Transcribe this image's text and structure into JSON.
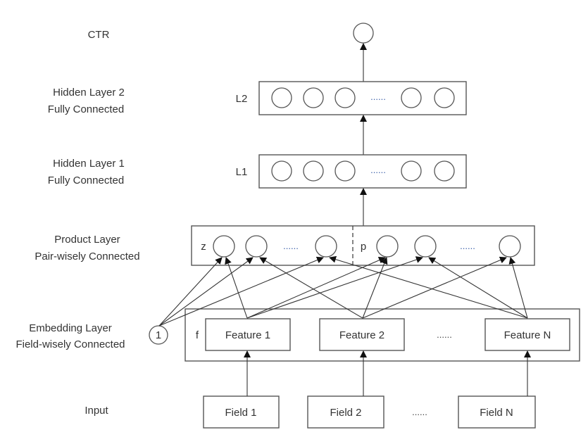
{
  "layers": {
    "output": {
      "name": "CTR"
    },
    "hidden2": {
      "line1": "Hidden Layer 2",
      "line2": "Fully Connected",
      "tag": "L2",
      "ellipsis": "......"
    },
    "hidden1": {
      "line1": "Hidden Layer 1",
      "line2": "Fully Connected",
      "tag": "L1",
      "ellipsis": "......"
    },
    "product": {
      "line1": "Product Layer",
      "line2": "Pair-wisely Connected",
      "z_tag": "z",
      "p_tag": "p",
      "ellipsis": "......"
    },
    "embedding": {
      "line1": "Embedding Layer",
      "line2": "Field-wisely Connected",
      "f_tag": "f",
      "bias_node": "1",
      "ellipsis": "......",
      "features": [
        "Feature 1",
        "Feature 2",
        "Feature N"
      ]
    },
    "input": {
      "name": "Input",
      "ellipsis": "......",
      "fields": [
        "Field 1",
        "Field 2",
        "Field N"
      ]
    }
  },
  "connections": [
    {
      "from": "bias",
      "to": [
        "z1",
        "z2",
        "z3"
      ]
    },
    {
      "from": "Feature 1",
      "to": [
        "z1",
        "p1",
        "p2"
      ]
    },
    {
      "from": "Feature 2",
      "to": [
        "z2",
        "p1",
        "pN"
      ]
    },
    {
      "from": "Feature N",
      "to": [
        "z3",
        "p2",
        "pN"
      ]
    }
  ]
}
